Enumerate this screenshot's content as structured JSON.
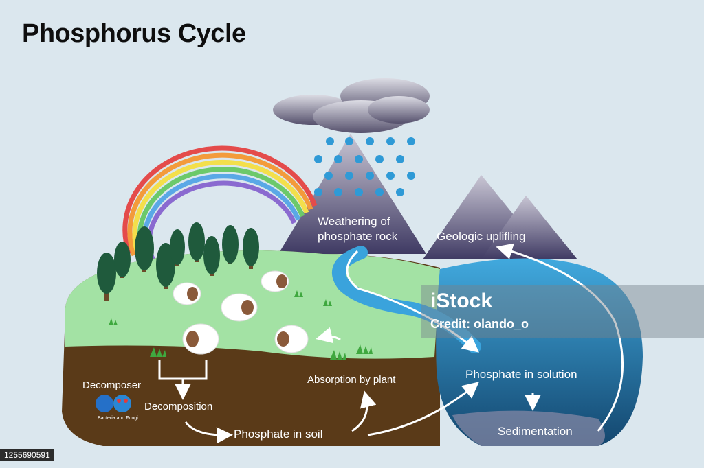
{
  "title": "Phosphorus Cycle",
  "labels": {
    "weathering": [
      "Weathering of",
      "phosphate rock"
    ],
    "uplifting": "Geologic uplifling",
    "decomposer": "Decomposer",
    "decomposer_sub": "Bacteria and Fungi",
    "decomposition": "Decomposition",
    "soil": "Phosphate in soil",
    "absorption": "Absorption by plant",
    "solution": "Phosphate in solution",
    "sedimentation": "Sedimentation"
  },
  "watermark": {
    "brand": "iStock",
    "credit": "Credit: olando_o"
  },
  "stock_id": "1255690591",
  "colors": {
    "background": "#dbe7ee",
    "grass": "#9fe0a4",
    "soil": "#5a3a18",
    "water": "#2e8ec8",
    "mountain": "#9b93ad",
    "arrow": "#ffffff"
  }
}
